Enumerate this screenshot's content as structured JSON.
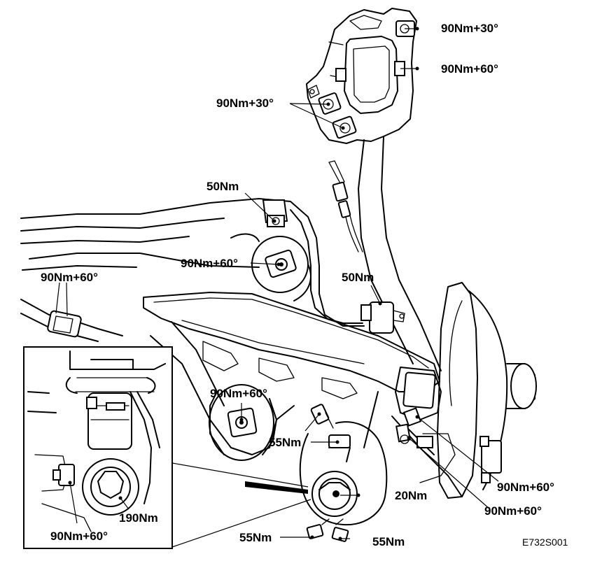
{
  "torque_labels": {
    "subframe_mount_top": "90Nm+30°",
    "subframe_mount_mid": "90Nm+60°",
    "subframe_mount_left": "90Nm+30°",
    "stabilizer_bracket": "50Nm",
    "trailing_arm_bush": "90Nm+60°",
    "left_side_bolt": "90Nm+60°",
    "brake_hose_bracket": "50Nm",
    "lower_arm_bush": "90Nm+60°",
    "caliper_bolt_upper": "55Nm",
    "hub_nut": "20Nm",
    "knuckle_upper": "90Nm+60°",
    "knuckle_lower": "90Nm+60°",
    "caliper_bolt_lower_left": "55Nm",
    "caliper_bolt_lower_right": "55Nm",
    "inset_shock_nut": "190Nm",
    "inset_bracket_bolt": "90Nm+60°"
  },
  "figure_code": "E732S001"
}
